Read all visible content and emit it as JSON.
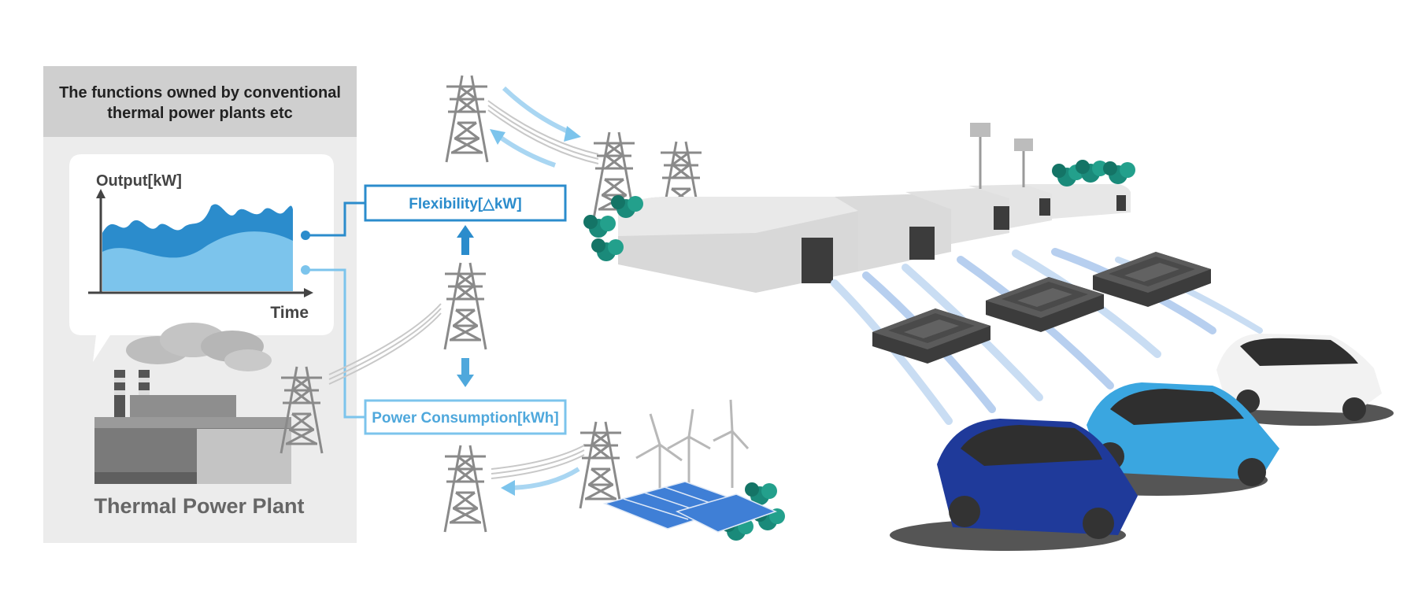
{
  "panel": {
    "title_line1": "The functions owned by conventional",
    "title_line2": "thermal power plants etc"
  },
  "graph": {
    "ylabel": "Output[kW]",
    "xlabel": "Time"
  },
  "plant": {
    "label": "Thermal Power Plant"
  },
  "boxes": {
    "flexibility": "Flexibility[△kW]",
    "consumption": "Power Consumption[kWh]"
  },
  "colors": {
    "flexibility": "#2b8ccc",
    "consumption": "#7cc4ec",
    "panel_bg": "#ececec",
    "panel_header": "#cfcfcf",
    "car_dark_blue": "#1f3a9a",
    "car_light_blue": "#3aa6e0",
    "car_white": "#f2f2f2",
    "battery": "#4a4a4a"
  },
  "icons": [
    "transmission-tower-icon",
    "warehouse-icon",
    "battery-pack-icon",
    "ev-car-icon",
    "wind-turbine-icon",
    "solar-panel-icon",
    "factory-icon",
    "tree-icon"
  ]
}
